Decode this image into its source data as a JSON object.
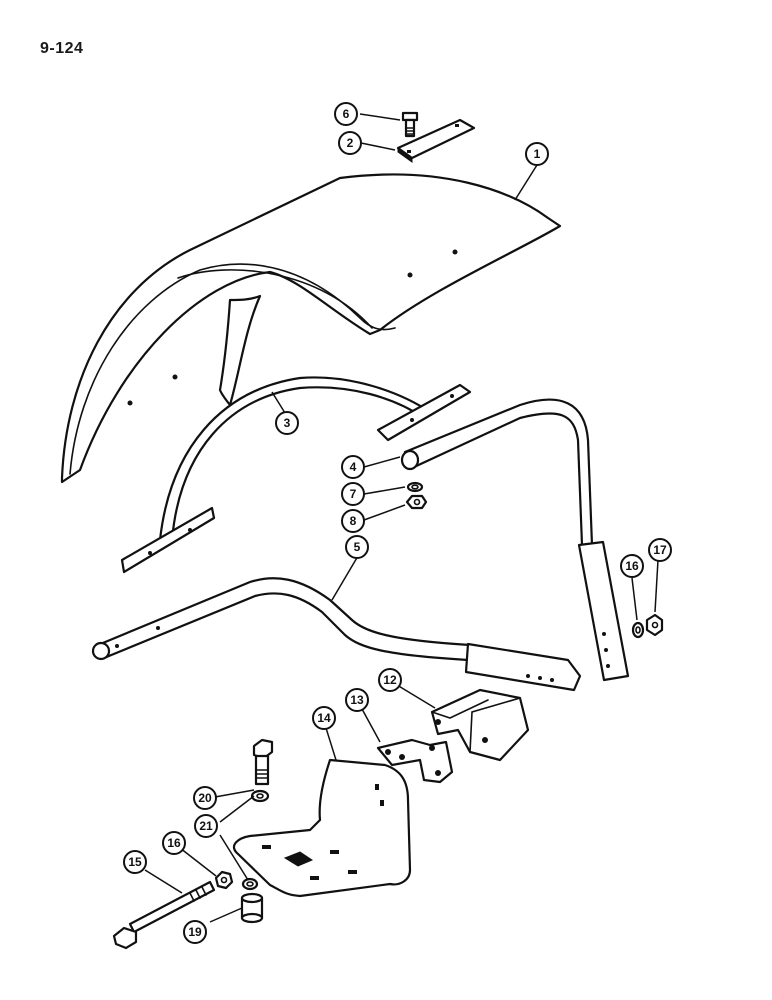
{
  "page": {
    "number": "9-124"
  },
  "callouts": [
    {
      "id": "c6",
      "label": "6"
    },
    {
      "id": "c2",
      "label": "2"
    },
    {
      "id": "c1",
      "label": "1"
    },
    {
      "id": "c3",
      "label": "3"
    },
    {
      "id": "c4",
      "label": "4"
    },
    {
      "id": "c7",
      "label": "7"
    },
    {
      "id": "c8",
      "label": "8"
    },
    {
      "id": "c5",
      "label": "5"
    },
    {
      "id": "c16a",
      "label": "16"
    },
    {
      "id": "c17",
      "label": "17"
    },
    {
      "id": "c12",
      "label": "12"
    },
    {
      "id": "c13",
      "label": "13"
    },
    {
      "id": "c14",
      "label": "14"
    },
    {
      "id": "c20",
      "label": "20"
    },
    {
      "id": "c21",
      "label": "21"
    },
    {
      "id": "c16b",
      "label": "16"
    },
    {
      "id": "c15",
      "label": "15"
    },
    {
      "id": "c19",
      "label": "19"
    }
  ]
}
